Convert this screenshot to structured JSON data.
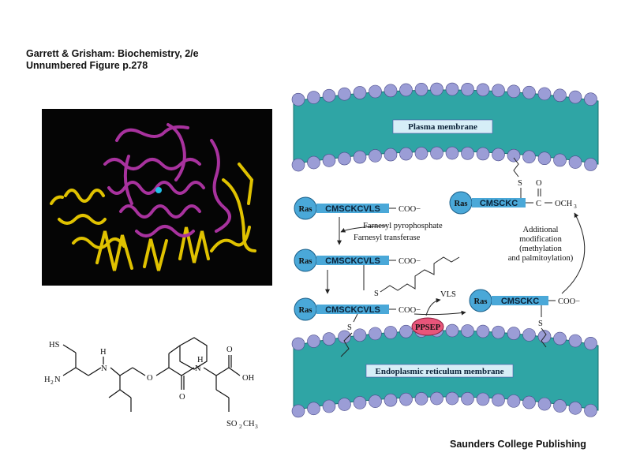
{
  "header": {
    "line1": "Garrett & Grisham: Biochemistry, 2/e",
    "line2": "Unnumbered Figure  p.278"
  },
  "footer": {
    "publisher": "Saunders College Publishing"
  },
  "membranes": {
    "plasma_label": "Plasma membrane",
    "er_label": "Endoplasmic reticulum membrane",
    "head_color": "#9b9dd6",
    "body_color": "#2fa5a5"
  },
  "pathway": {
    "ras": "Ras",
    "seq_full": "CMSCKCVLS",
    "seq_short": "CMSCKC",
    "coo": "COO−",
    "s": "S",
    "c": "C",
    "o": "O",
    "och3": "OCH",
    "sub3": "3",
    "farnesyl_pp": "Farnesyl pyrophosphate",
    "farnesyl_tr": "Farnesyl transferase",
    "vls": "VLS",
    "ppsep": "PPSEP",
    "additional_lines": [
      "Additional",
      "modification",
      "(methylation",
      "and palmitoylation)"
    ],
    "ras_color": "#4aa8d8",
    "ppsep_color": "#e8557a"
  },
  "structure": {
    "hs": "HS",
    "h2n": "H",
    "h2n_sub": "2",
    "h2n_n": "N",
    "h": "H",
    "n": "N",
    "o": "O",
    "oh": "OH",
    "so2ch3": "SO",
    "so2_sub": "2",
    "ch3": "CH",
    "ch3_sub": "3"
  }
}
